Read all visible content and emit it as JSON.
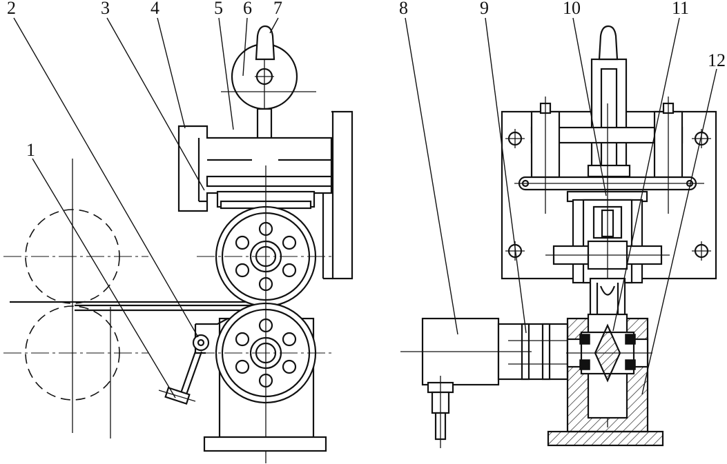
{
  "callouts": [
    {
      "id": "1",
      "text": "1"
    },
    {
      "id": "2",
      "text": "2"
    },
    {
      "id": "3",
      "text": "3"
    },
    {
      "id": "4",
      "text": "4"
    },
    {
      "id": "5",
      "text": "5"
    },
    {
      "id": "6",
      "text": "6"
    },
    {
      "id": "7",
      "text": "7"
    },
    {
      "id": "8",
      "text": "8"
    },
    {
      "id": "9",
      "text": "9"
    },
    {
      "id": "10",
      "text": "10"
    },
    {
      "id": "11",
      "text": "11"
    },
    {
      "id": "12",
      "text": "12"
    }
  ],
  "style": {
    "line_color": "#111111",
    "background": "#ffffff"
  }
}
